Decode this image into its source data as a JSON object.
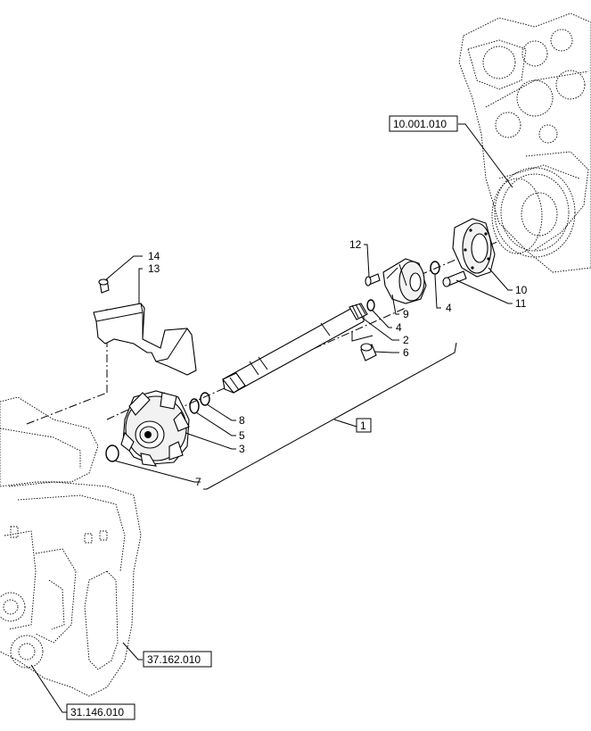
{
  "diagram": {
    "refs": {
      "engine": "10.001.010",
      "frame": "37.162.010",
      "transmission": "31.146.010"
    },
    "assembly": "1",
    "parts": {
      "p2": "2",
      "p3": "3",
      "p4a": "4",
      "p4b": "4",
      "p5": "5",
      "p6": "6",
      "p7": "7",
      "p8": "8",
      "p9": "9",
      "p10": "10",
      "p11": "11",
      "p12": "12",
      "p13": "13",
      "p14": "14"
    }
  }
}
